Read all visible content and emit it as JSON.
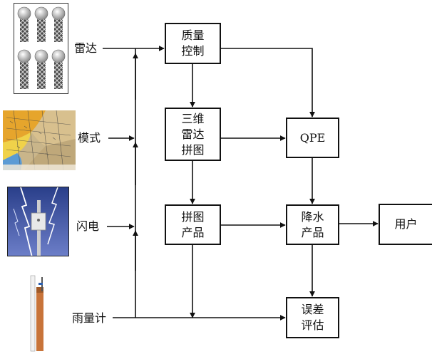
{
  "sources": {
    "radar": "雷达",
    "model": "模式",
    "lightning": "闪电",
    "rain_gauge": "雨量计"
  },
  "boxes": {
    "quality_control": [
      "质量",
      "控制"
    ],
    "mosaic_3d": [
      "三维",
      "雷达",
      "拼图"
    ],
    "mosaic_product": [
      "拼图",
      "产品"
    ],
    "qpe": [
      "QPE"
    ],
    "precip_product": [
      "降水",
      "产品"
    ],
    "users": [
      "用户"
    ],
    "error_eval": [
      "误差",
      "评估"
    ]
  },
  "icons": {
    "radar": "radar-towers-icon",
    "model": "weather-model-map-icon",
    "lightning": "lightning-storm-icon",
    "rain_gauge": "rain-gauge-icon"
  },
  "colors": {
    "stroke": "#111111"
  }
}
